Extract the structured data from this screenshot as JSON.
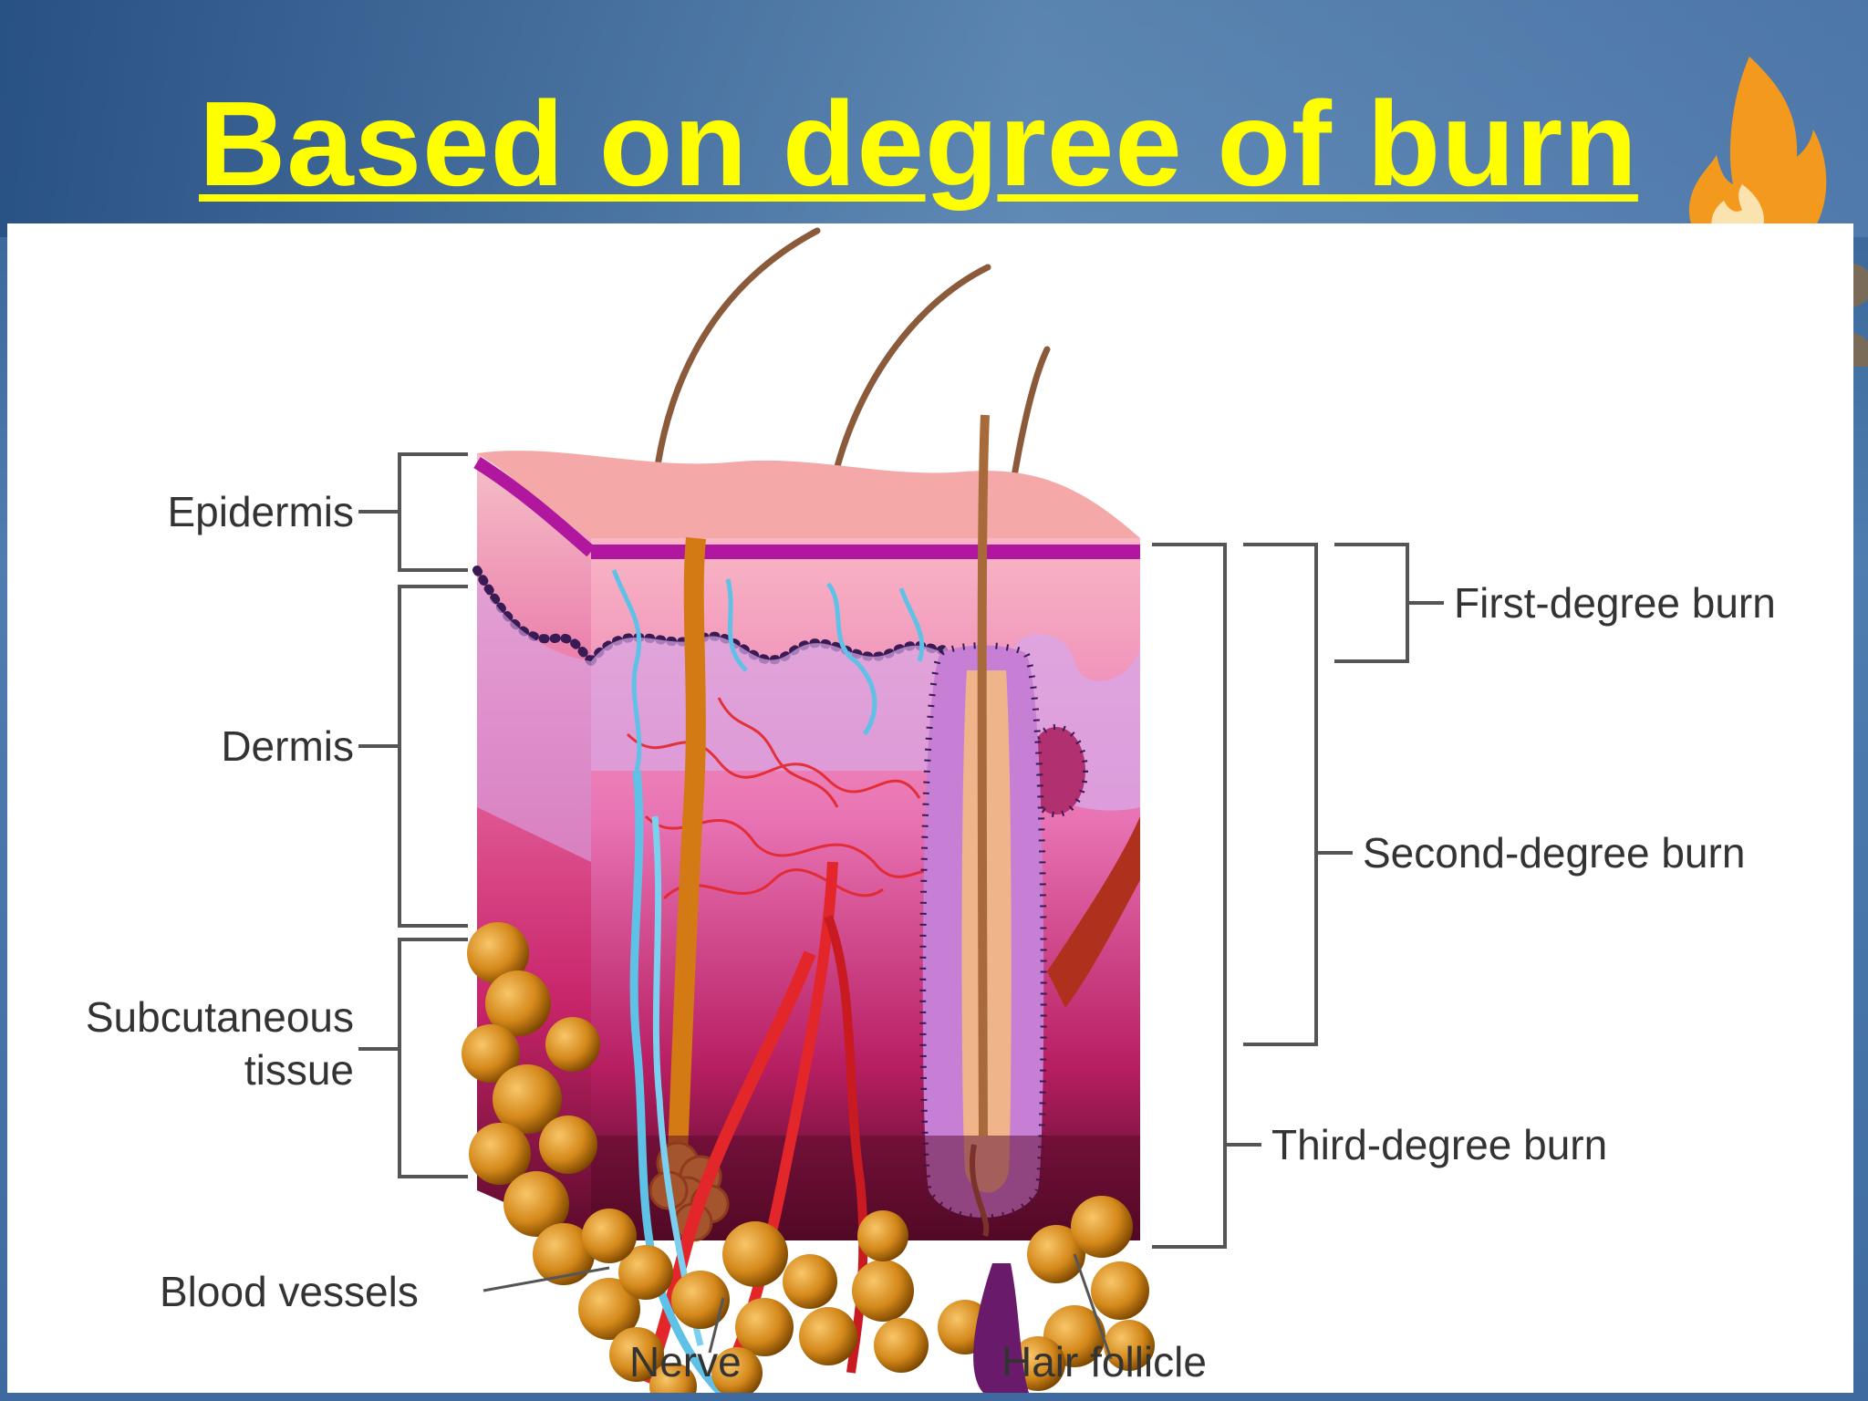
{
  "slide": {
    "title": "Based on degree of burn"
  },
  "diagram": {
    "layer_labels": {
      "epidermis": "Epidermis",
      "dermis": "Dermis",
      "subcutaneous_line1": "Subcutaneous",
      "subcutaneous_line2": "tissue"
    },
    "burn_labels": {
      "first": "First-degree burn",
      "second": "Second-degree burn",
      "third": "Third-degree burn"
    },
    "structure_labels": {
      "blood_vessels": "Blood vessels",
      "nerve": "Nerve",
      "hair_follicle": "Hair follicle"
    }
  },
  "icons": [
    "campfire-icon"
  ],
  "colors": {
    "title": "#ffff00",
    "background": "#3e6aa0",
    "epidermis": "#f2a7a7",
    "dermis": "#e0558f",
    "fat": "#d4881a",
    "vessel": "#e3262a",
    "nerve": "#5fc1e6"
  }
}
